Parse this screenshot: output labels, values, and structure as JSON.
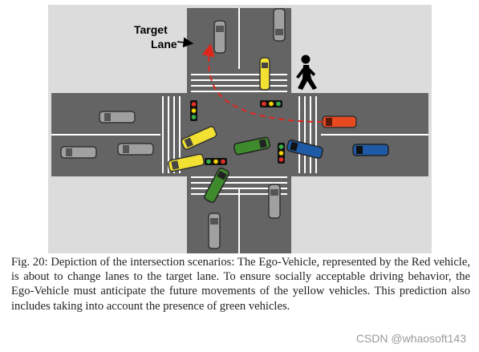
{
  "figure": {
    "target_label_line1": "Target",
    "target_label_line2": "Lane",
    "colors": {
      "road": "#646464",
      "background": "#dcdcdc",
      "ego": "#e8491f",
      "yellow": "#f2e032",
      "green": "#3f8a2d",
      "blue": "#1f5aa6",
      "gray": "#9a9a9a"
    },
    "icons": [
      "traffic-light-icon",
      "pedestrian-icon",
      "arrow-icon"
    ]
  },
  "caption": {
    "text": "Fig. 20: Depiction of the intersection scenarios: The Ego-Vehicle, represented by the Red vehicle, is about to change lanes to the target lane. To ensure socially acceptable driving behavior, the Ego-Vehicle must anticipate the future movements of the yellow vehicles. This prediction also includes taking into account the presence of green vehicles."
  },
  "watermark": {
    "text": "CSDN @whaosoft143"
  }
}
